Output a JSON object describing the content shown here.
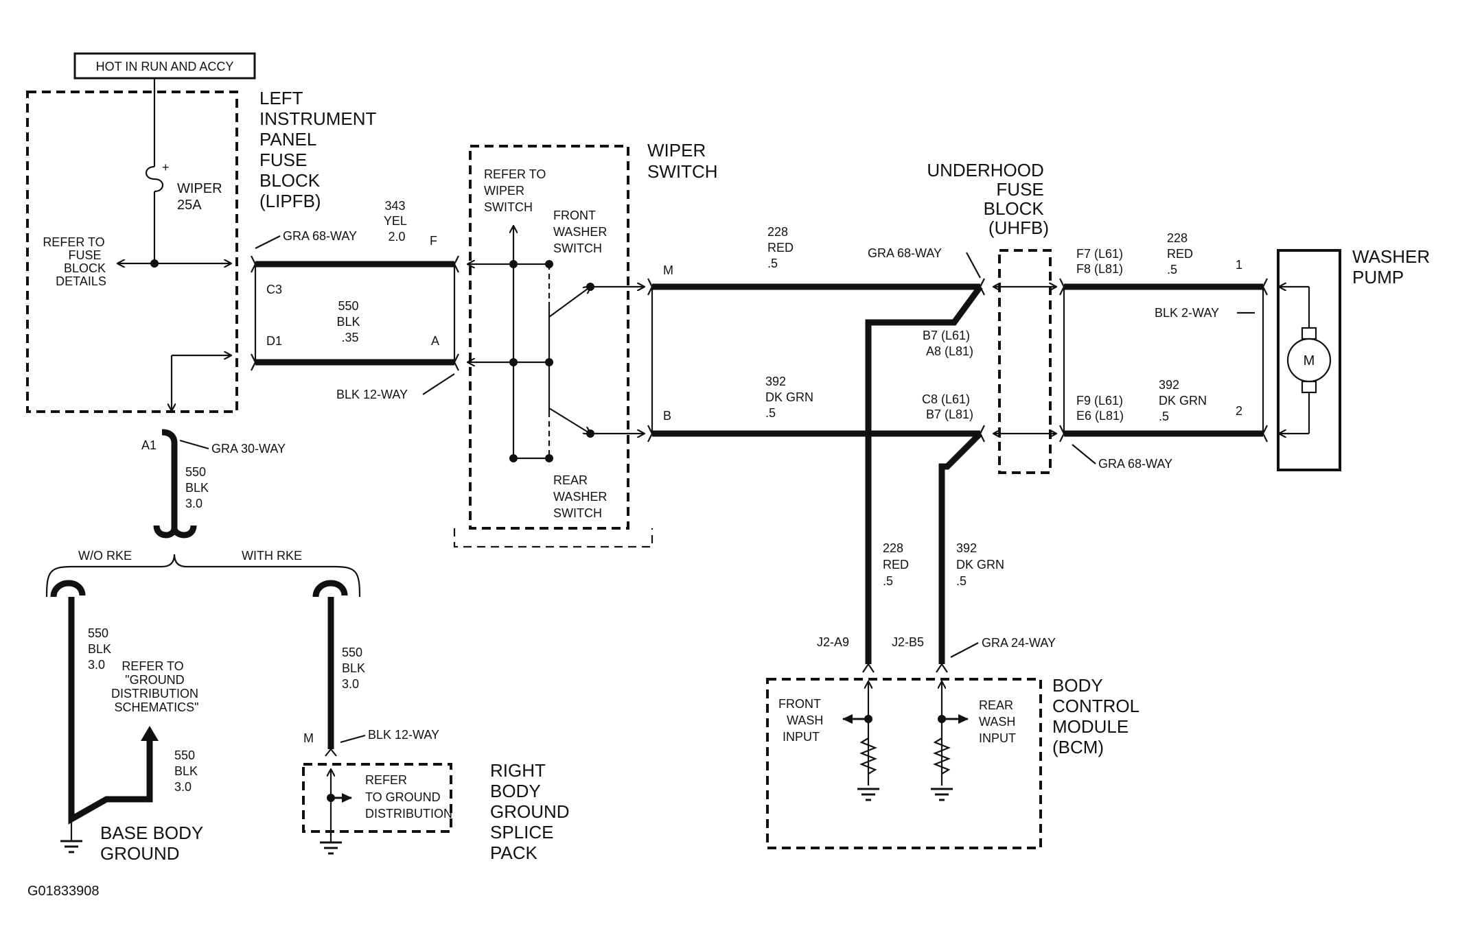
{
  "labels": {
    "hot_in_run": "HOT IN RUN AND ACCY",
    "lipfb_title": [
      "LEFT",
      "INSTRUMENT",
      "PANEL",
      "FUSE",
      "BLOCK",
      "(LIPFB)"
    ],
    "fuse_name": [
      "WIPER",
      "25A"
    ],
    "fuse_plus": "+",
    "refer_fuse_block": [
      "REFER TO",
      "FUSE",
      "BLOCK",
      "DETAILS"
    ],
    "conn_gra68_left": "GRA 68-WAY",
    "conn_blk12_top": "BLK 12-WAY",
    "pin_c3": "C3",
    "pin_d1": "D1",
    "pin_f": "F",
    "pin_a": "A",
    "wire_343": [
      "343",
      "YEL",
      "2.0"
    ],
    "wire_550_035": [
      "550",
      "BLK",
      ".35"
    ],
    "pin_a1": "A1",
    "conn_gra30": "GRA 30-WAY",
    "wire_550_30_a": [
      "550",
      "BLK",
      "3.0"
    ],
    "wo_rke": "W/O RKE",
    "with_rke": "WITH RKE",
    "wire_550_30_b": [
      "550",
      "BLK",
      "3.0"
    ],
    "refer_ground_dist": [
      "REFER TO",
      "\"GROUND",
      "DISTRIBUTION",
      "SCHEMATICS\""
    ],
    "wire_550_30_c": [
      "550",
      "BLK",
      "3.0"
    ],
    "base_body_ground": [
      "BASE BODY",
      "GROUND"
    ],
    "wire_550_30_d": [
      "550",
      "BLK",
      "3.0"
    ],
    "pin_m_bottom": "M",
    "conn_blk12_bottom": "BLK 12-WAY",
    "refer_to_ground": [
      "REFER",
      "TO GROUND",
      "DISTRIBUTION"
    ],
    "right_body_ground": [
      "RIGHT",
      "BODY",
      "GROUND",
      "SPLICE",
      "PACK"
    ],
    "wiper_switch_title": [
      "WIPER",
      "SWITCH"
    ],
    "refer_wiper_switch": [
      "REFER TO",
      "WIPER",
      "SWITCH"
    ],
    "front_washer_switch": [
      "FRONT",
      "WASHER",
      "SWITCH"
    ],
    "rear_washer_switch": [
      "REAR",
      "WASHER",
      "SWITCH"
    ],
    "pin_m": "M",
    "pin_b": "B",
    "wire_228_top": [
      "228",
      "RED",
      ".5"
    ],
    "wire_392_top": [
      "392",
      "DK GRN",
      ".5"
    ],
    "conn_gra68_mid": "GRA 68-WAY",
    "pins_b7_a8": [
      "B7 (L61)",
      "A8 (L81)"
    ],
    "pins_c8_b7": [
      "C8 (L61)",
      "B7 (L81)"
    ],
    "uhfb_title": [
      "UNDERHOOD",
      "FUSE",
      "BLOCK",
      "(UHFB)"
    ],
    "pins_f7_f8": [
      "F7 (L61)",
      "F8 (L81)"
    ],
    "pins_f9_e6": [
      "F9 (L61)",
      "E6 (L81)"
    ],
    "wire_228_right": [
      "228",
      "RED",
      ".5"
    ],
    "wire_392_right": [
      "392",
      "DK GRN",
      ".5"
    ],
    "pin_1": "1",
    "pin_2": "2",
    "conn_blk2": "BLK 2-WAY",
    "conn_gra68_right": "GRA 68-WAY",
    "washer_pump": [
      "WASHER",
      "PUMP"
    ],
    "motor": "M",
    "wire_228_down": [
      "228",
      "RED",
      ".5"
    ],
    "wire_392_down": [
      "392",
      "DK GRN",
      ".5"
    ],
    "pin_j2a9": "J2-A9",
    "pin_j2b5": "J2-B5",
    "conn_gra24": "GRA 24-WAY",
    "front_wash_input": [
      "FRONT",
      "WASH",
      "INPUT"
    ],
    "rear_wash_input": [
      "REAR",
      "WASH",
      "INPUT"
    ],
    "bcm_title": [
      "BODY",
      "CONTROL",
      "MODULE",
      "(BCM)"
    ],
    "figure_id": "G01833908"
  }
}
